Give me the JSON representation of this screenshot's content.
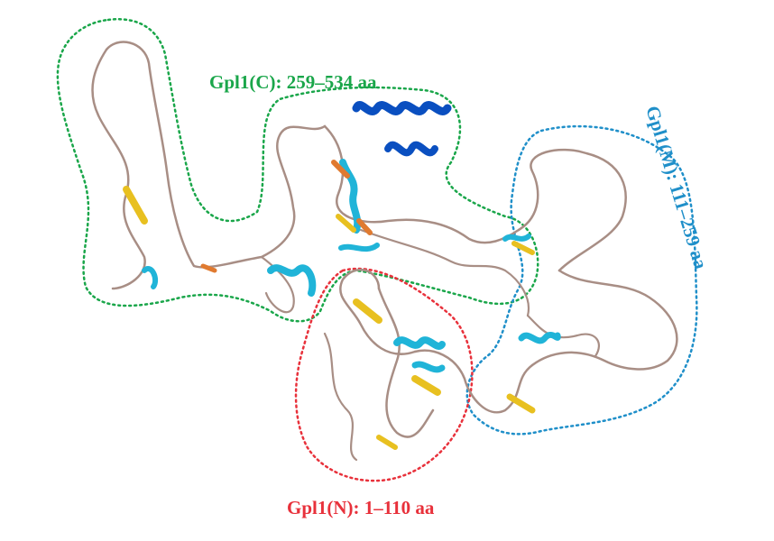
{
  "domains": [
    {
      "id": "C",
      "label": "Gpl1(C): 259–534 aa",
      "color": "#1aa64a"
    },
    {
      "id": "M",
      "label": "Gpl1(M): 111–259 aa",
      "color": "#1f8fc9"
    },
    {
      "id": "N",
      "label": "Gpl1(N): 1–110 aa",
      "color": "#e8313b"
    }
  ],
  "structure_colors": {
    "coil": "#a88e85",
    "very_high_confidence": "#0a4fc0",
    "confident": "#20b4d8",
    "low": "#e8c020",
    "very_low": "#e07a30"
  }
}
